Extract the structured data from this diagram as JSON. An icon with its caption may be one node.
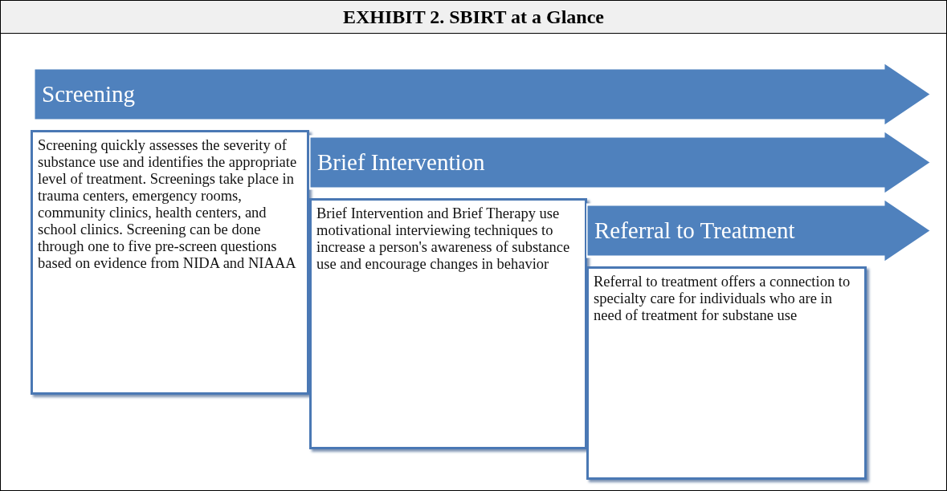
{
  "diagram": {
    "title": "EXHIBIT 2. SBIRT at a Glance",
    "nodes": [
      {
        "text": [
          "Screening"
        ]
      },
      {
        "text": [
          "Screening quickly assesses the severity of substance use and identifies the appropriate level of treatment. Screenings take place in trauma centers, emergency rooms, community clinics, health centers, and school clinics. Screening can be done through one to five pre-screen questions based on evidence from NIDA and NIAAA"
        ]
      },
      {
        "text": [
          "Brief Intervention"
        ]
      },
      {
        "text": [
          "Brief Intervention and Brief Therapy use motivational interviewing techniques to increase a person's awareness of substance use and encourage changes in behavior"
        ]
      },
      {
        "text": [
          "Referral to Treatment"
        ]
      },
      {
        "text": [
          "Referral to treatment offers a connection to specialty care for individuals who are in need of treatment for substane use"
        ]
      }
    ]
  }
}
